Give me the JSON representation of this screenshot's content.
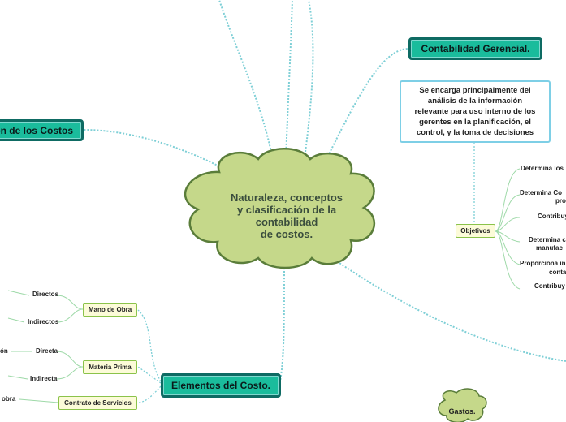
{
  "central": {
    "line1": "Naturaleza, conceptos",
    "line2": "y clasificación de la",
    "line3": "contabilidad",
    "line4": "de costos."
  },
  "nodes": {
    "contabilidad_gerencial": "Contabilidad Gerencial.",
    "clasificacion": "ón de los Costos",
    "elementos": "Elementos del Costo.",
    "gastos": "Gastos."
  },
  "description": {
    "line1": "Se encarga principalmente del",
    "line2": "análisis de la información",
    "line3": "relevante para uso interno de los",
    "line4": "gerentes en la planificación, el",
    "line5": "control, y la toma de decisiones"
  },
  "objetivos": {
    "label": "Objetivos",
    "items": [
      "Determina los",
      "Determina Co",
      "pro",
      "Contribuy",
      "Determina c",
      "manufac",
      "Proporciona in",
      "conta",
      "Contribuy"
    ]
  },
  "elementos": {
    "mano_de_obra": "Mano de Obra",
    "materia_prima": "Materia Prima",
    "contrato_servicios": "Contrato de Servicios",
    "mano_directos": "Directos",
    "mano_indirectos": "Indirectos",
    "materia_directa": "Directa",
    "materia_indirecta": "Indirecta",
    "partial_on": "ón",
    "partial_obra": "obra"
  },
  "colors": {
    "node_fill": "#1abc9c",
    "node_border": "#0e6b63",
    "cloud_fill": "#c5d88a",
    "cloud_border": "#5a7d3a",
    "connector": "#7ecfd6",
    "tag_fill": "#fcfbd8",
    "tag_border": "#8bc34a"
  }
}
